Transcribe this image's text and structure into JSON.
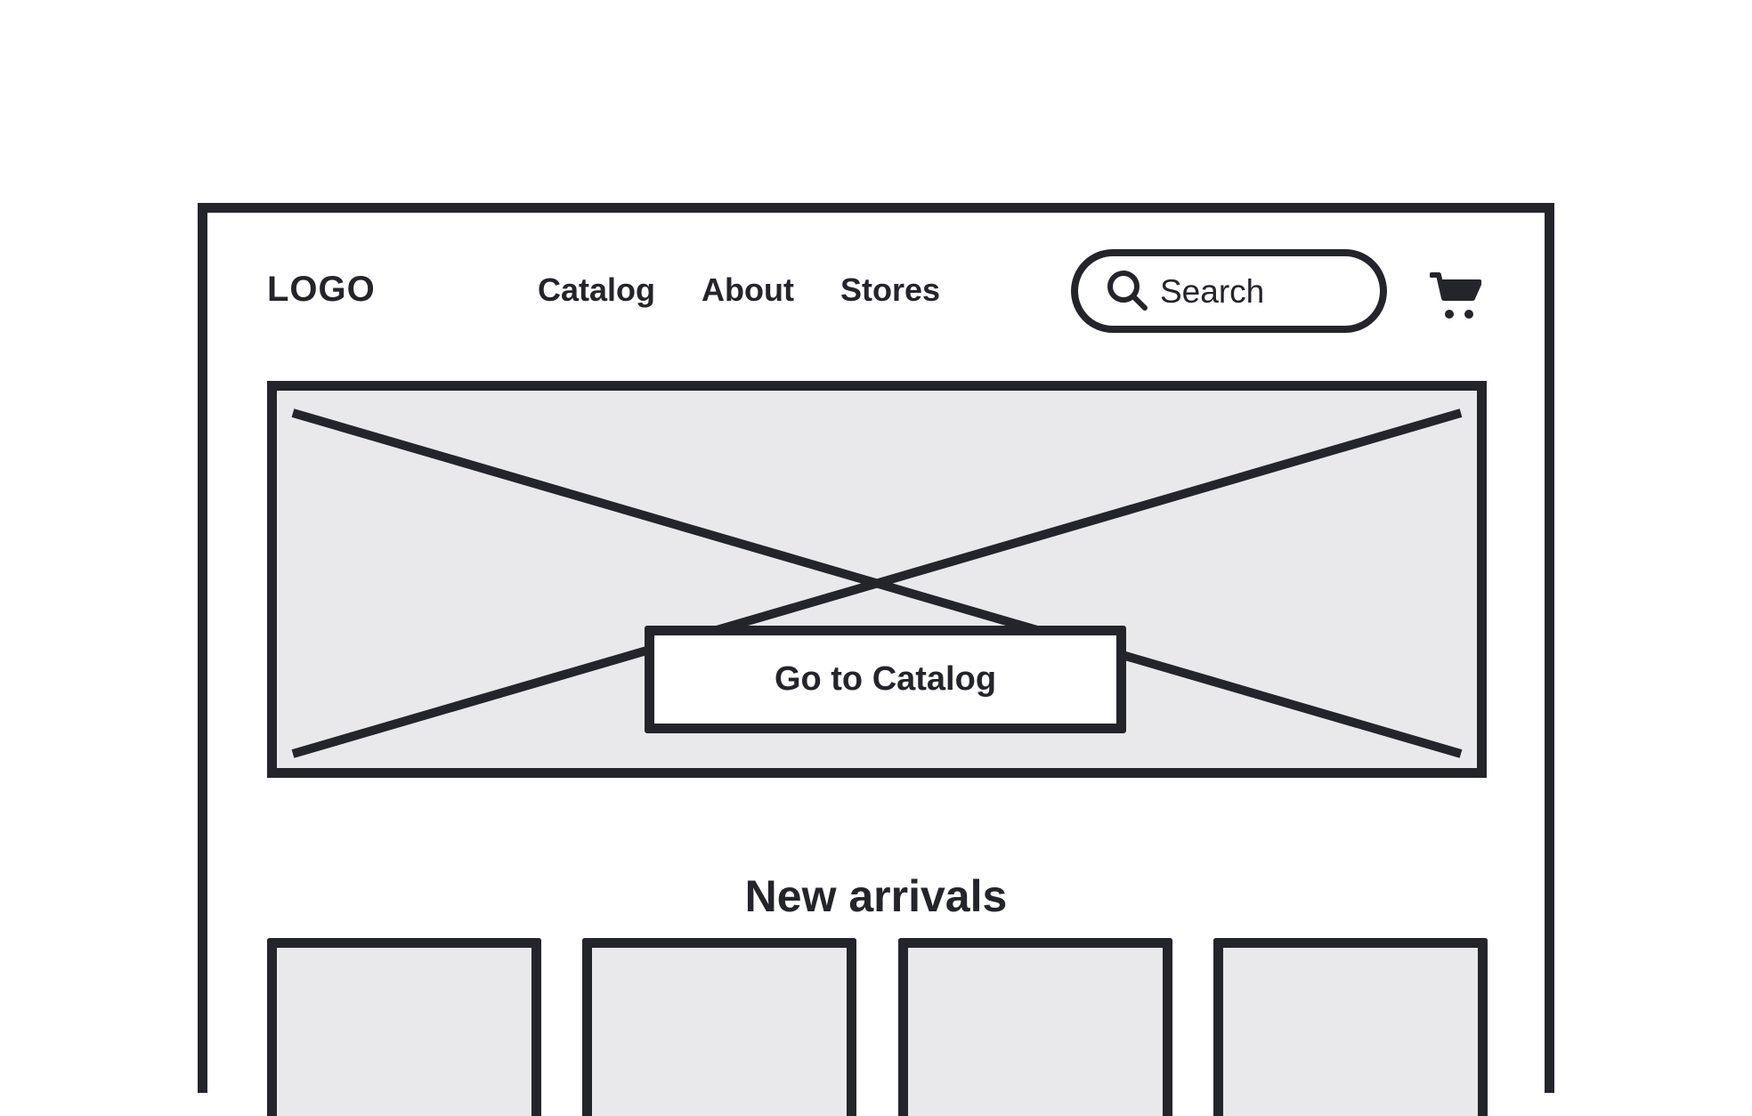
{
  "header": {
    "logo": "LOGO",
    "nav": [
      {
        "label": "Catalog"
      },
      {
        "label": "About"
      },
      {
        "label": "Stores"
      }
    ],
    "search": {
      "placeholder": "Search",
      "icon": "search-icon"
    },
    "cart": {
      "icon": "cart-icon"
    }
  },
  "hero": {
    "image": "image-placeholder",
    "button_label": "Go to Catalog"
  },
  "new_arrivals": {
    "title": "New arrivals",
    "cards": [
      {
        "image": "product-image-placeholder"
      },
      {
        "image": "product-image-placeholder"
      },
      {
        "image": "product-image-placeholder"
      },
      {
        "image": "product-image-placeholder"
      }
    ]
  },
  "colors": {
    "ink": "#24242b",
    "placeholder_fill": "#e9e9eb",
    "background": "#ffffff"
  }
}
